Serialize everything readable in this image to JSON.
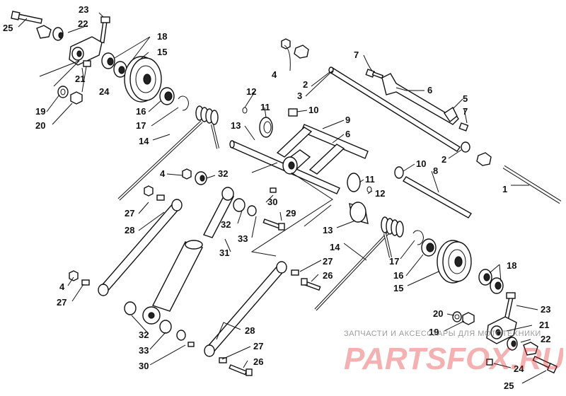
{
  "diagram": {
    "callouts": [
      {
        "id": "c25a",
        "text": "25"
      },
      {
        "id": "c23a",
        "text": "23"
      },
      {
        "id": "c22a",
        "text": "22"
      },
      {
        "id": "c18a",
        "text": "18"
      },
      {
        "id": "c15a",
        "text": "15"
      },
      {
        "id": "c21a",
        "text": "21"
      },
      {
        "id": "c24a",
        "text": "24"
      },
      {
        "id": "c19a",
        "text": "19"
      },
      {
        "id": "c20a",
        "text": "20"
      },
      {
        "id": "c16a",
        "text": "16"
      },
      {
        "id": "c17a",
        "text": "17"
      },
      {
        "id": "c14a",
        "text": "14"
      },
      {
        "id": "c4a",
        "text": "4"
      },
      {
        "id": "c7a",
        "text": "7"
      },
      {
        "id": "c2a",
        "text": "2"
      },
      {
        "id": "c3",
        "text": "3"
      },
      {
        "id": "c6a",
        "text": "6"
      },
      {
        "id": "c5",
        "text": "5"
      },
      {
        "id": "c7b",
        "text": "7"
      },
      {
        "id": "c2b",
        "text": "2"
      },
      {
        "id": "c1",
        "text": "1"
      },
      {
        "id": "c12a",
        "text": "12"
      },
      {
        "id": "c11a",
        "text": "11"
      },
      {
        "id": "c10a",
        "text": "10"
      },
      {
        "id": "c9",
        "text": "9"
      },
      {
        "id": "c6b",
        "text": "6"
      },
      {
        "id": "c13a",
        "text": "13"
      },
      {
        "id": "c10b",
        "text": "10"
      },
      {
        "id": "c8",
        "text": "8"
      },
      {
        "id": "c11b",
        "text": "11"
      },
      {
        "id": "c12b",
        "text": "12"
      },
      {
        "id": "c4b",
        "text": "4"
      },
      {
        "id": "c32a",
        "text": "32"
      },
      {
        "id": "c27a",
        "text": "27"
      },
      {
        "id": "c28a",
        "text": "28"
      },
      {
        "id": "c30a",
        "text": "30"
      },
      {
        "id": "c29",
        "text": "29"
      },
      {
        "id": "c32b",
        "text": "32"
      },
      {
        "id": "c33a",
        "text": "33"
      },
      {
        "id": "c31",
        "text": "31"
      },
      {
        "id": "c13b",
        "text": "13"
      },
      {
        "id": "c14b",
        "text": "14"
      },
      {
        "id": "c17b",
        "text": "17"
      },
      {
        "id": "c16b",
        "text": "16"
      },
      {
        "id": "c15b",
        "text": "15"
      },
      {
        "id": "c18b",
        "text": "18"
      },
      {
        "id": "c27b",
        "text": "27"
      },
      {
        "id": "c26a",
        "text": "26"
      },
      {
        "id": "c4c",
        "text": "4"
      },
      {
        "id": "c27c",
        "text": "27"
      },
      {
        "id": "c32c",
        "text": "32"
      },
      {
        "id": "c33b",
        "text": "33"
      },
      {
        "id": "c30b",
        "text": "30"
      },
      {
        "id": "c28b",
        "text": "28"
      },
      {
        "id": "c27d",
        "text": "27"
      },
      {
        "id": "c26b",
        "text": "26"
      },
      {
        "id": "c20b",
        "text": "20"
      },
      {
        "id": "c19b",
        "text": "19"
      },
      {
        "id": "c21b",
        "text": "21"
      },
      {
        "id": "c22b",
        "text": "22"
      },
      {
        "id": "c23b",
        "text": "23"
      },
      {
        "id": "c24b",
        "text": "24"
      },
      {
        "id": "c25b",
        "text": "25"
      }
    ]
  },
  "watermark": {
    "tagline": "ЗАПЧАСТИ И АКСЕССУАРЫ ДЛЯ МОТОТЕХНИКИ",
    "logo_text": "PARTSFOX.RU",
    "logo_color": "#e02020"
  }
}
